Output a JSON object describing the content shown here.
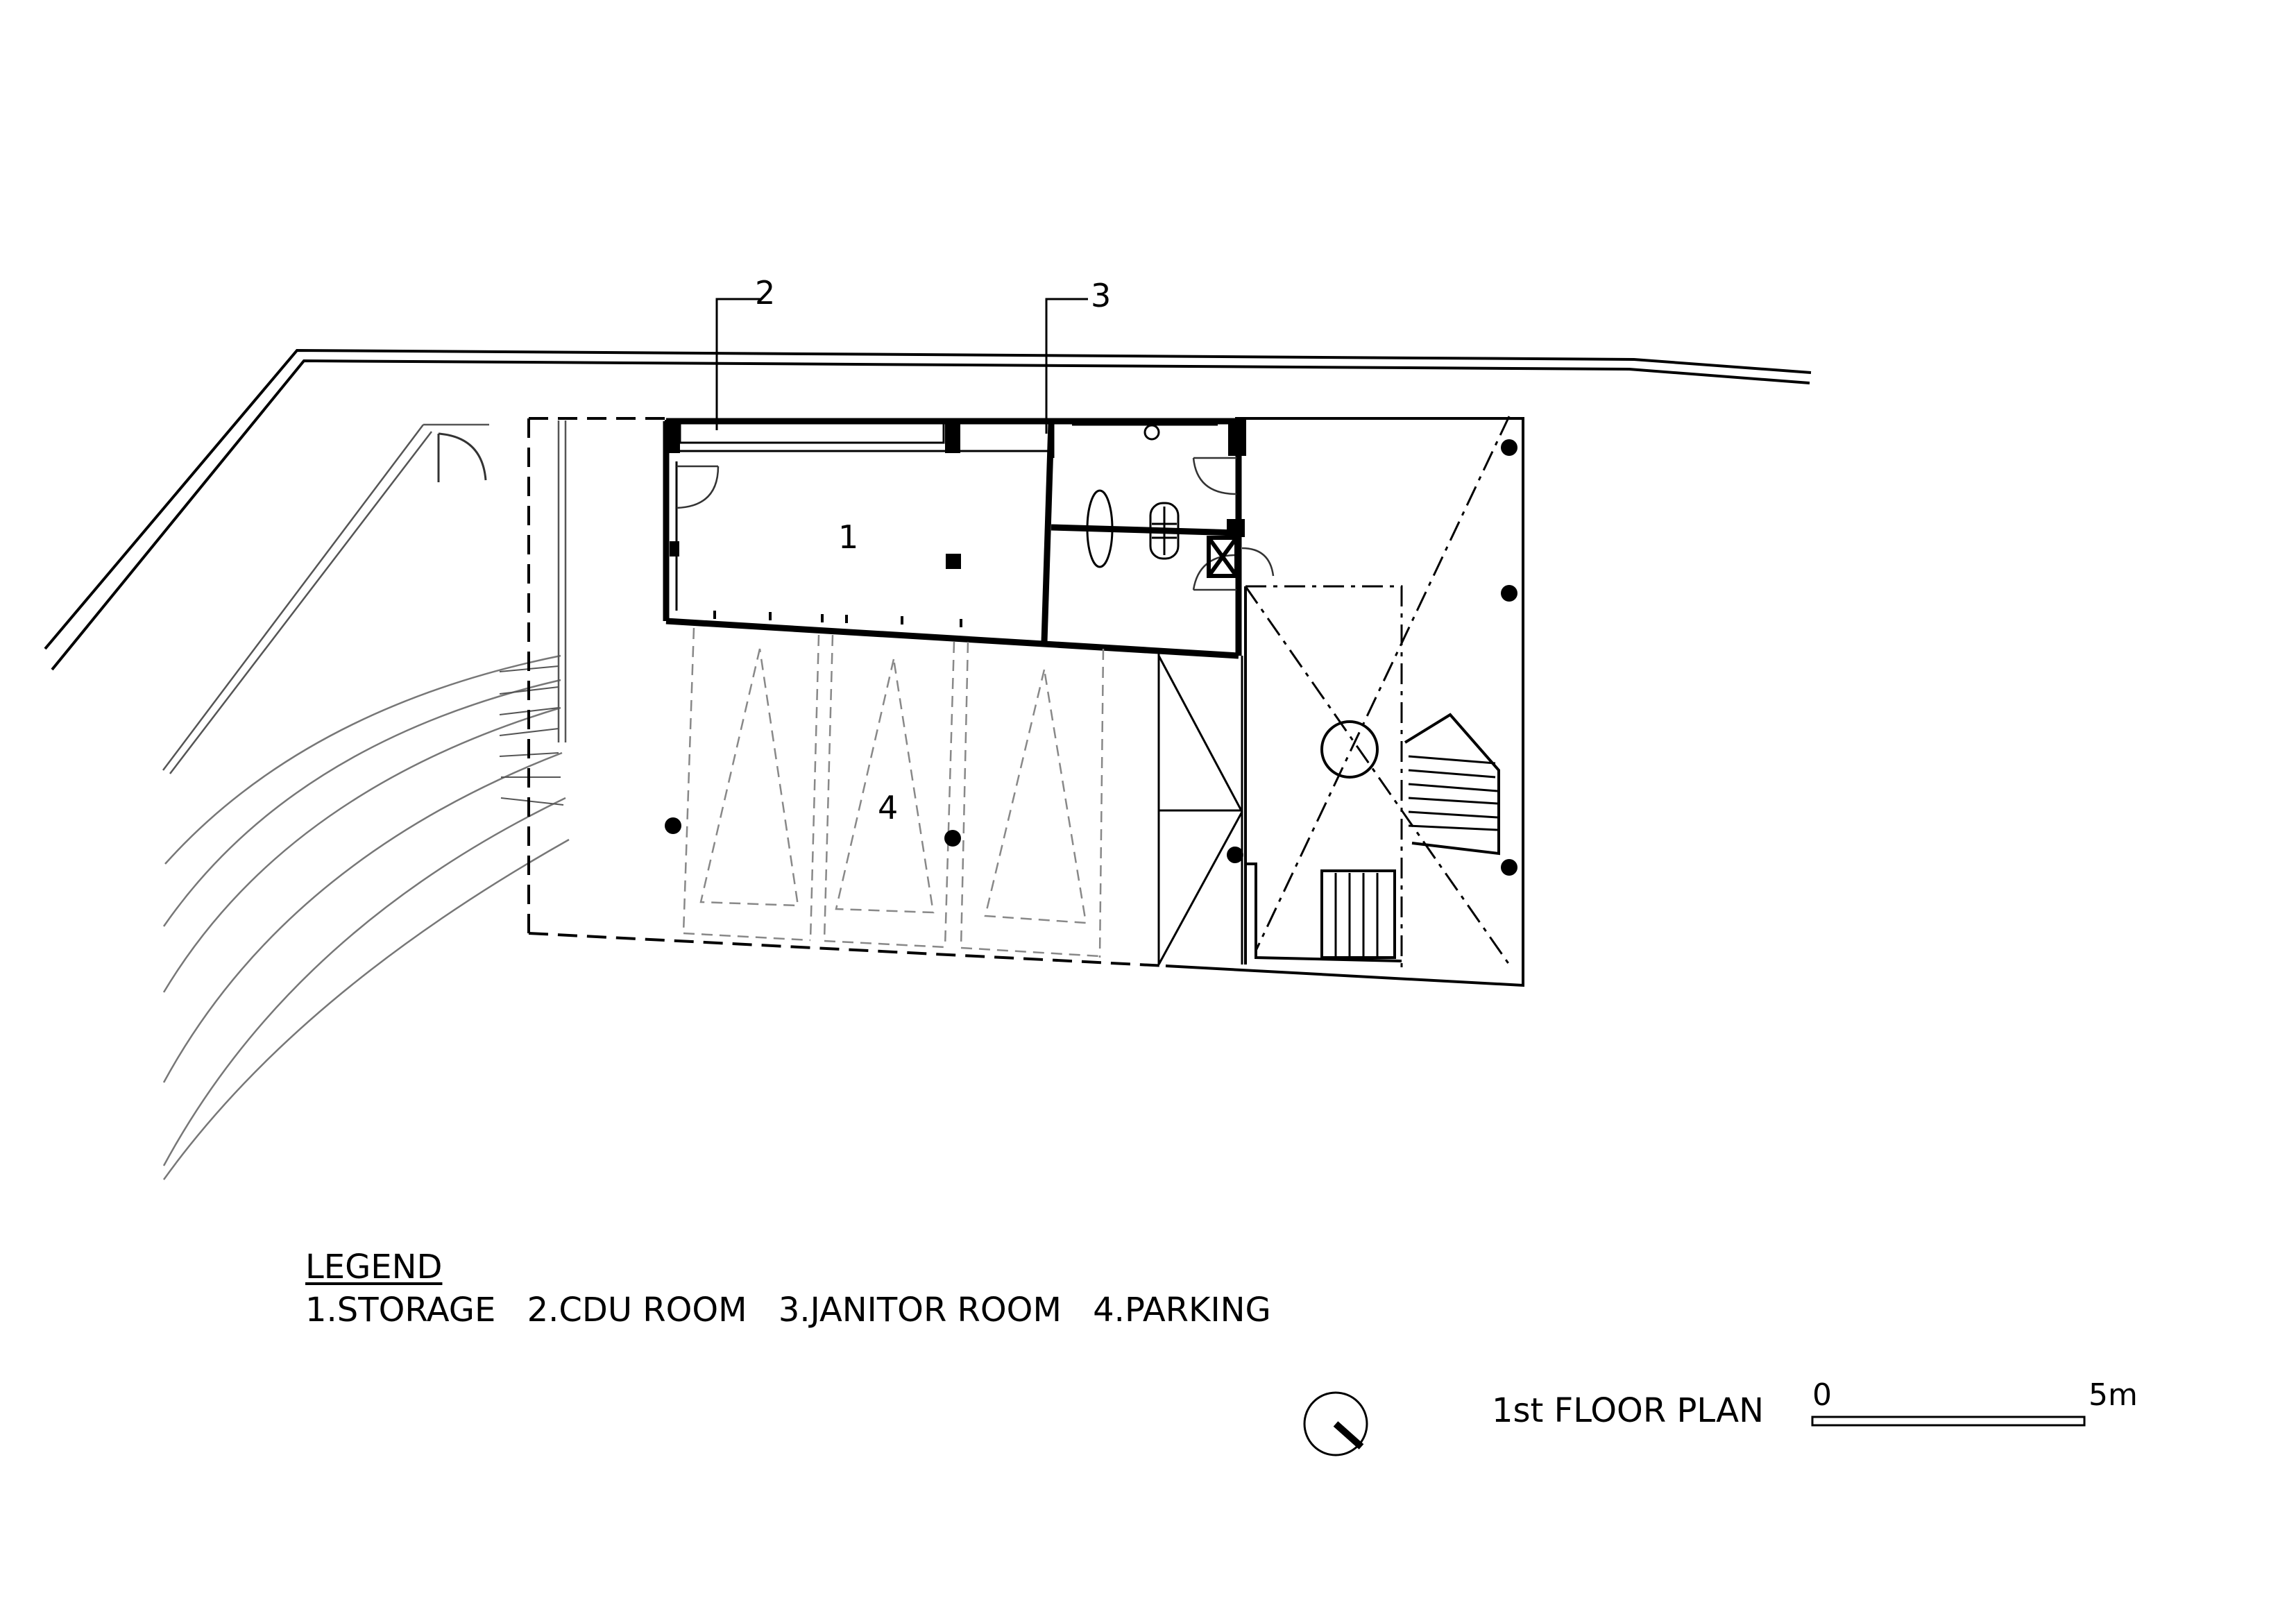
{
  "callouts": {
    "cdu": "2",
    "janitor": "3"
  },
  "rooms": {
    "storage": "1",
    "parking": "4"
  },
  "legend": {
    "title": "LEGEND",
    "items": [
      "1.STORAGE",
      "2.CDU ROOM",
      "3.JANITOR ROOM",
      "4.PARKING"
    ]
  },
  "plan_title": "1st FLOOR PLAN",
  "scale": {
    "start": "0",
    "end": "5m"
  }
}
